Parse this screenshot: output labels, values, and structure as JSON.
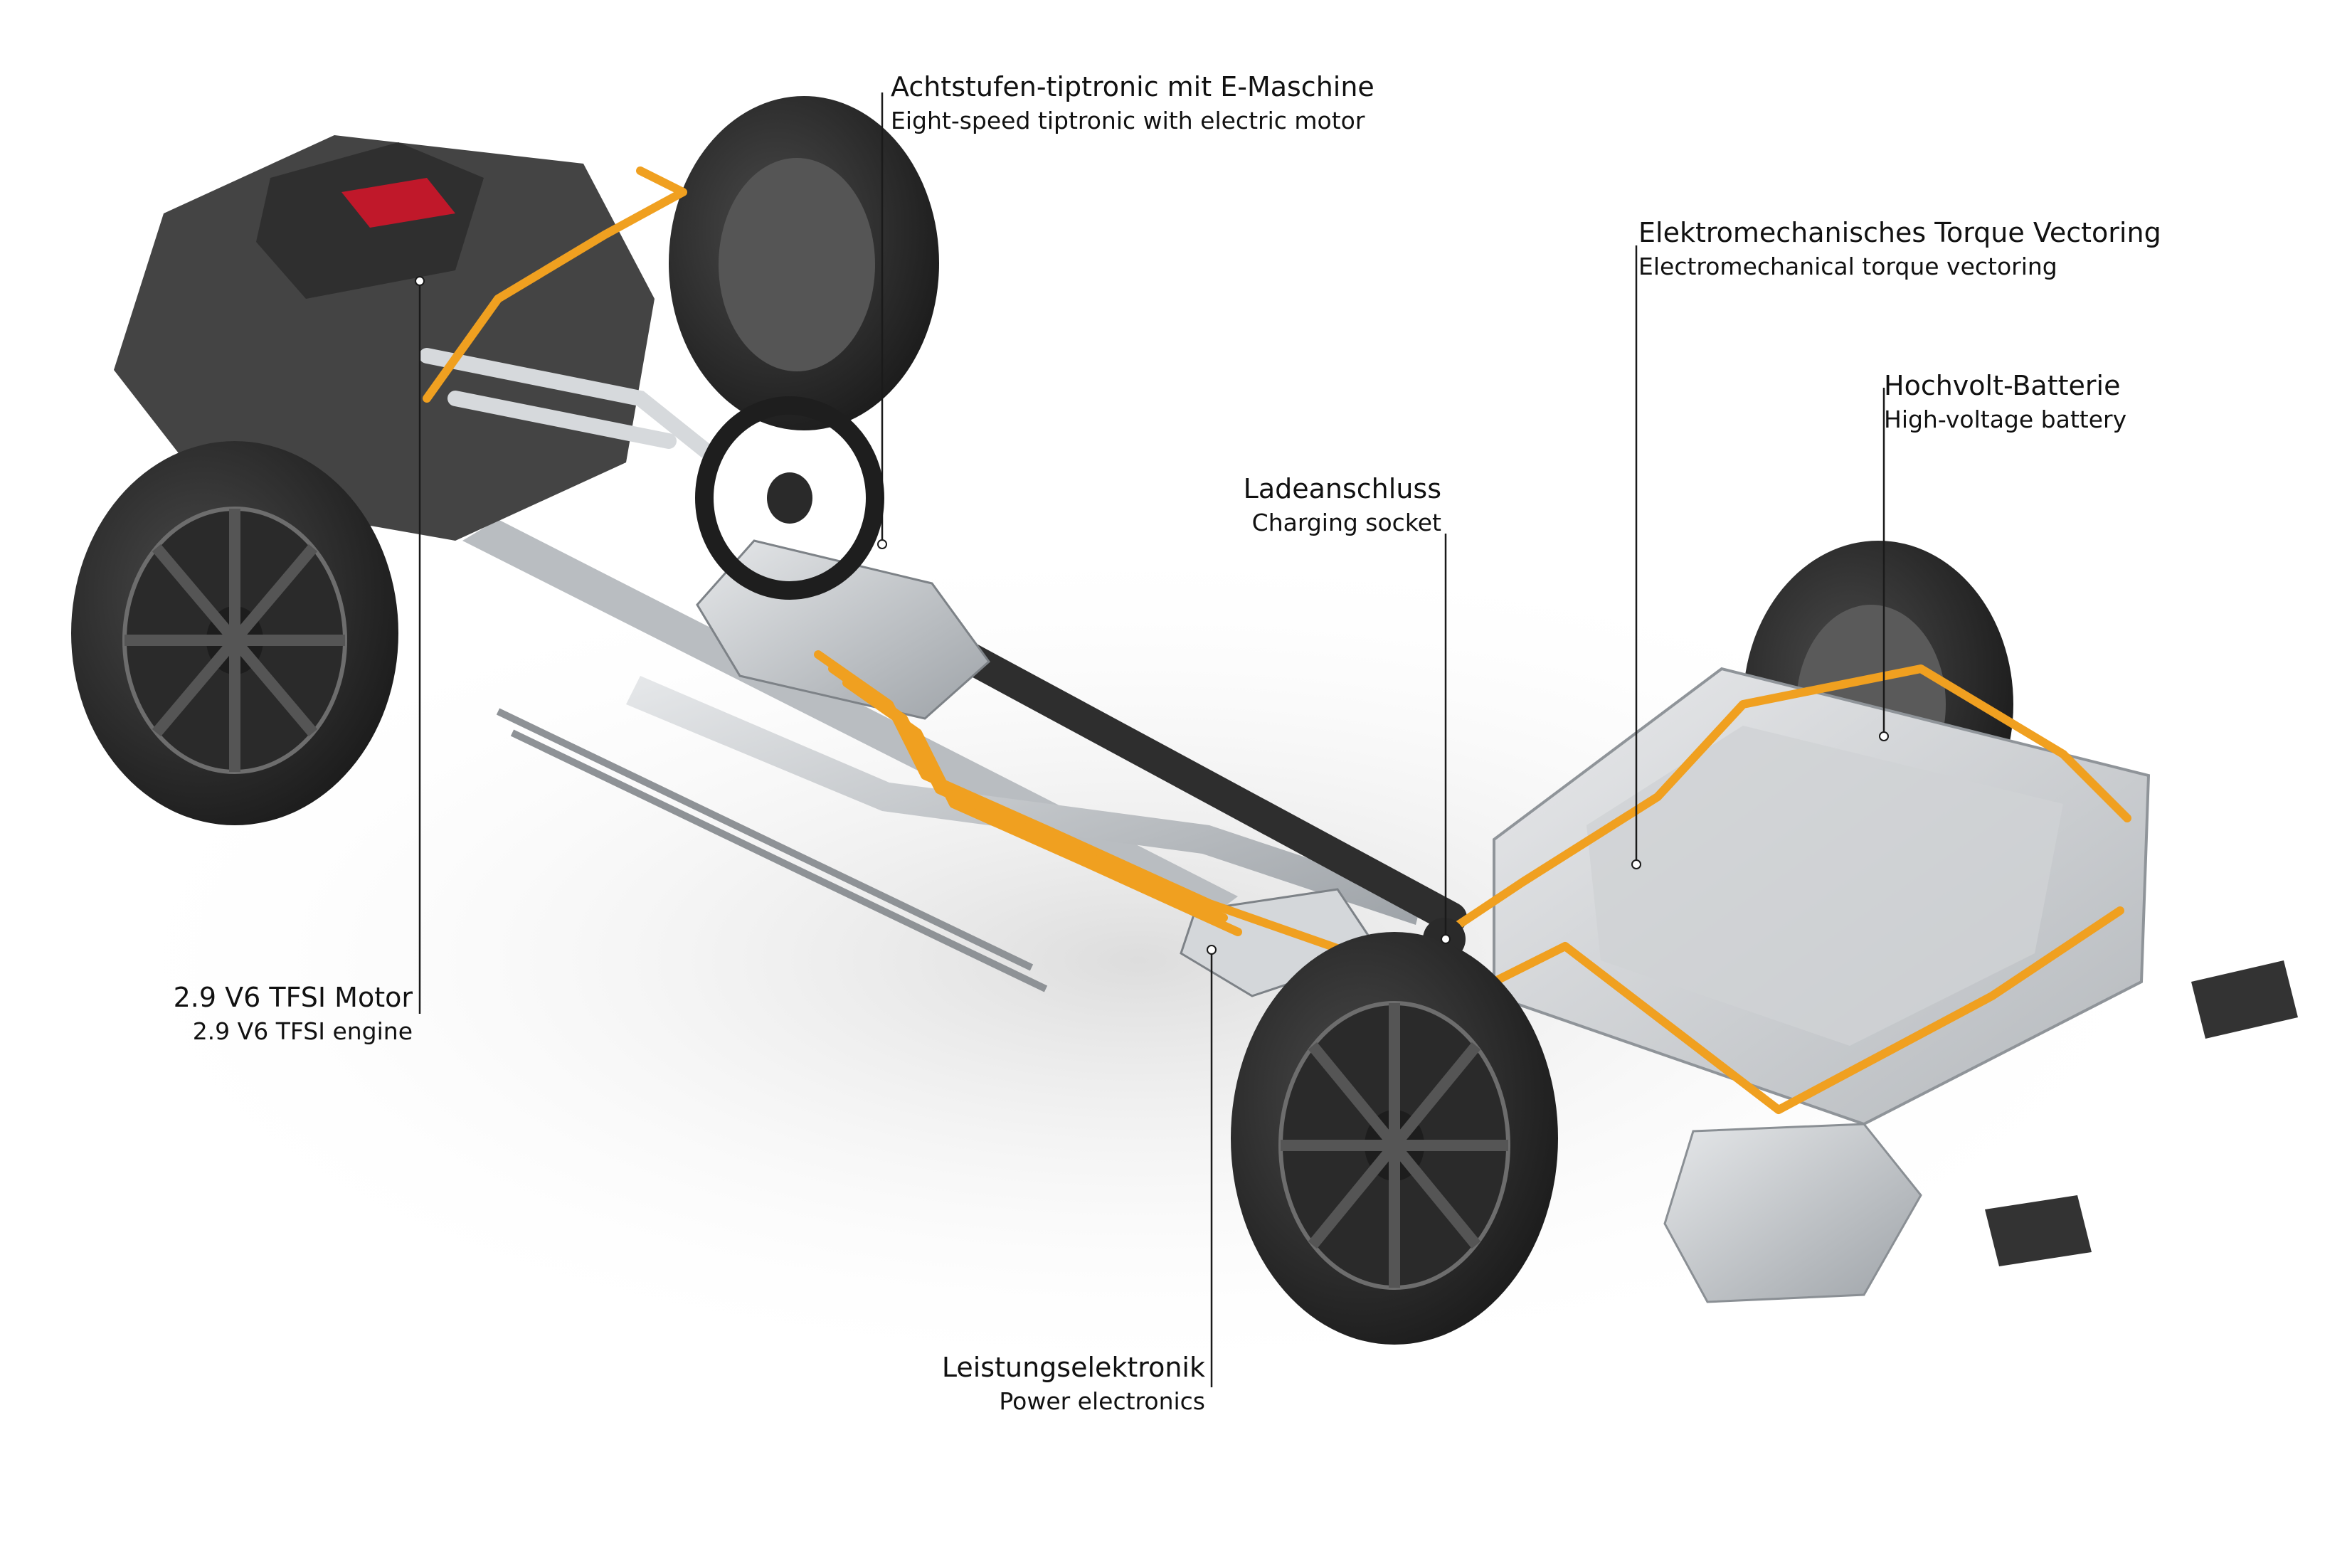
{
  "colors": {
    "background": "#ffffff",
    "text": "#111111",
    "hv_cable": "#f0a020",
    "tire": "#2b2b2b",
    "metal": "#bfc3c7",
    "engine_cover": "#3a3a3a",
    "engine_accent": "#c0182a"
  },
  "labels": {
    "transmission": {
      "de": "Achtstufen-tiptronic mit E-Maschine",
      "en": "Eight-speed tiptronic with electric motor"
    },
    "torque_vectoring": {
      "de": "Elektromechanisches Torque Vectoring",
      "en": "Electromechanical torque vectoring"
    },
    "battery": {
      "de": "Hochvolt-Batterie",
      "en": "High-voltage battery"
    },
    "charging_socket": {
      "de": "Ladeanschluss",
      "en": "Charging socket"
    },
    "engine": {
      "de": "2.9 V6 TFSI Motor",
      "en": "2.9 V6 TFSI engine"
    },
    "power_electronics": {
      "de": "Leistungselektronik",
      "en": "Power electronics"
    }
  }
}
